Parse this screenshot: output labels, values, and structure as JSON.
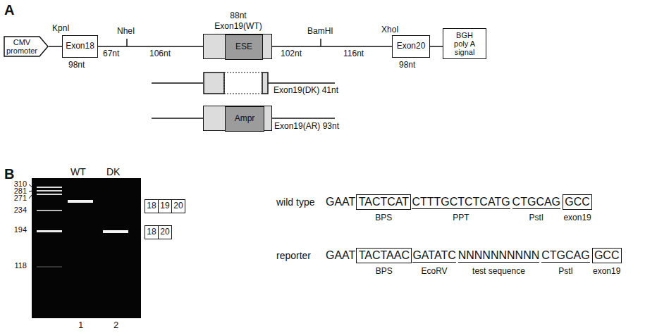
{
  "diagram": {
    "nodes": [
      {
        "text": [
          "CMV promoter"
        ]
      },
      {
        "text": [
          "Exon18"
        ]
      },
      {
        "text": [
          "88nt",
          "Exon19(WT)"
        ]
      },
      {
        "text": [
          "ESE"
        ],
        "in": 2
      },
      {
        "text": [
          "Exon20"
        ]
      },
      {
        "text": [
          "BGH poly A signal"
        ]
      },
      {
        "text": [
          "Exon19(DK) 41nt"
        ]
      },
      {
        "text": [
          "Exon19(AR) 93nt"
        ]
      },
      {
        "text": [
          "Ampr"
        ],
        "in": 7
      },
      {
        "text": [
          "18"
        ]
      },
      {
        "text": [
          "19"
        ]
      },
      {
        "text": [
          "20"
        ]
      },
      {
        "text": [
          "18"
        ]
      },
      {
        "text": [
          "20"
        ]
      },
      {
        "text": [
          "TACTCAT"
        ]
      },
      {
        "text": [
          "GCC"
        ]
      },
      {
        "text": [
          "TACTAAC"
        ]
      },
      {
        "text": [
          "GCC"
        ]
      }
    ],
    "edges": [
      {
        "from": 0,
        "to": 1,
        "arrow": "none"
      },
      {
        "from": 1,
        "to": 2,
        "arrow": "none"
      },
      {
        "from": 2,
        "to": 4,
        "arrow": "none"
      },
      {
        "from": 4,
        "to": 5,
        "arrow": "none"
      }
    ],
    "labels": [
      "A",
      "KpnI",
      "98nt",
      "67nt",
      "NheI",
      "106nt",
      "102nt",
      "BamHI",
      "116nt",
      "XhoI",
      "98nt",
      "B",
      "310",
      "281",
      "271",
      "234",
      "194",
      "118",
      "WT",
      "DK",
      "1",
      "2",
      "wild type",
      "GAAT",
      "BPS",
      "CTTTGCTCTCATG",
      "PPT",
      "CTGCAG",
      "PstI",
      "exon19",
      "reporter",
      "GAAT",
      "BPS",
      "GATATC",
      "EcoRV",
      "NNNNNNNNNN",
      "test sequence",
      "CTGCAG",
      "PstI",
      "exon19"
    ]
  }
}
